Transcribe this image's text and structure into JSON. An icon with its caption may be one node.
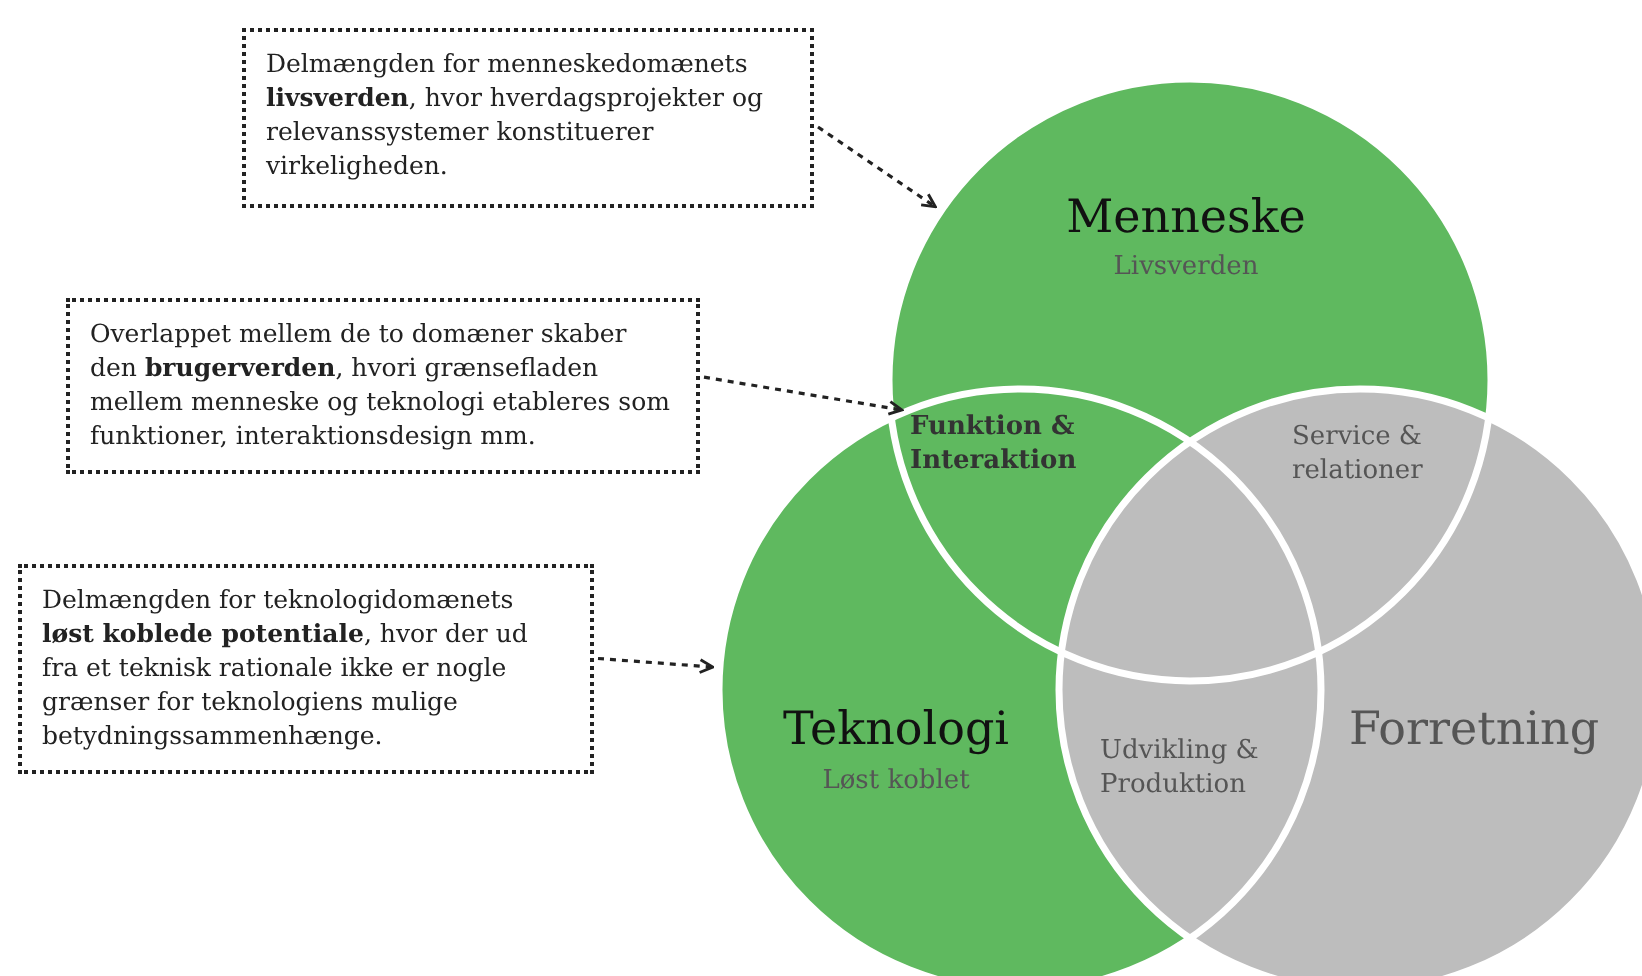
{
  "diagram": {
    "nodes": [
      {
        "text": [
          "Delmængden for menneskedomænets **livsverden**, hvor hverdagsprojekter og relevanssystemer konstituerer virkeligheden."
        ]
      },
      {
        "text": [
          "Overlappet mellem de to domæner skaber den **brugerverden**, hvori grænsefladen mellem menneske og teknologi etableres som funktioner, interaktionsdesign mm."
        ]
      },
      {
        "text": [
          "Delmængden for teknologidomænets **løst koblede potentiale**, hvor der ud fra et teknisk rationale ikke er nogle grænser for teknologiens mulige betydningssammenhænge."
        ]
      },
      {
        "text": [
          "Menneske",
          "Livsverden"
        ]
      },
      {
        "text": [
          "Teknologi",
          "Løst koblet"
        ]
      },
      {
        "text": [
          "Forretning"
        ]
      },
      {
        "text": [
          "Funktion & Interaktion"
        ]
      },
      {
        "text": [
          "Service & relationer"
        ]
      },
      {
        "text": [
          "Udvikling & Produktion"
        ]
      }
    ],
    "edges": [
      {
        "from": 0,
        "to": 3,
        "arrow": "to",
        "style": "dashed"
      },
      {
        "from": 1,
        "to": 6,
        "arrow": "to",
        "style": "dashed"
      },
      {
        "from": 2,
        "to": 4,
        "arrow": "to",
        "style": "dashed"
      }
    ]
  }
}
